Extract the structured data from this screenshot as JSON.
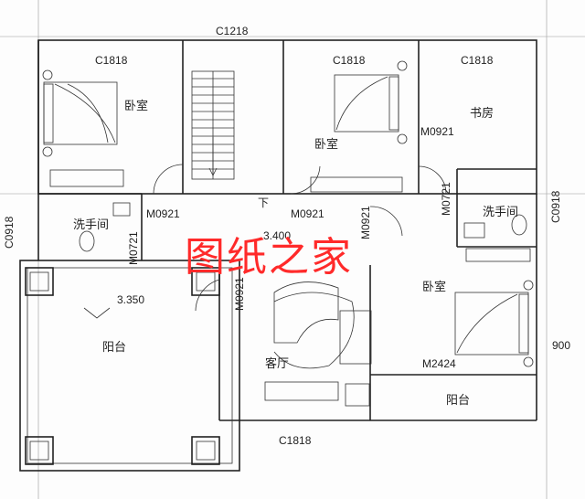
{
  "plan": {
    "watermark": "图纸之家",
    "rooms": {
      "bedroom_nw": "卧室",
      "bedroom_n": "卧室",
      "study": "书房",
      "bedroom_se": "卧室",
      "bath_w": "洗手间",
      "bath_e": "洗手间",
      "living": "客厅",
      "balcony_w": "阳台",
      "balcony_s": "阳台"
    },
    "codes": {
      "c1218": "C1218",
      "c1818_nw": "C1818",
      "c1818_n": "C1818",
      "c1818_ne": "C1818",
      "c1818_s": "C1818",
      "m0921_study": "M0921",
      "m0921_bath": "M0921",
      "m0921_hall": "M0921",
      "m0921_vert1": "M0921",
      "m0921_living": "M0921",
      "m0721_w": "M0721",
      "m0721_e": "M0721",
      "c0918_w": "C0918",
      "c0918_e": "C0918",
      "m2424": "M2424"
    },
    "levels": {
      "balcony": "3.350",
      "hall": "3.400"
    },
    "dims": {
      "right": "900"
    },
    "stair_arrow": "下"
  }
}
